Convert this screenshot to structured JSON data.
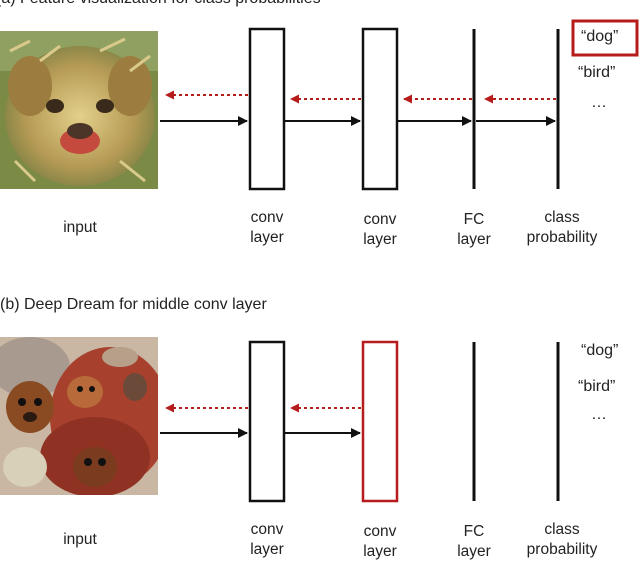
{
  "colors": {
    "highlight": "#b71c1c",
    "stroke": "#111111",
    "backward_arrow": "#b71c1c"
  },
  "panel_a": {
    "title": "(a) Feature visualization for class probabilities",
    "input_label": "input",
    "layers": [
      {
        "line1": "conv",
        "line2": "layer"
      },
      {
        "line1": "conv",
        "line2": "layer"
      },
      {
        "line1": "FC",
        "line2": "layer"
      },
      {
        "line1": "class",
        "line2": "probability"
      }
    ],
    "classes": [
      "“dog”",
      "“bird”",
      "…"
    ],
    "highlighted": "class dog",
    "image_icon": "dog-visualization-image"
  },
  "panel_b": {
    "title": "(b) Deep Dream for middle conv layer",
    "input_label": "input",
    "layers": [
      {
        "line1": "conv",
        "line2": "layer"
      },
      {
        "line1": "conv",
        "line2": "layer"
      },
      {
        "line1": "FC",
        "line2": "layer"
      },
      {
        "line1": "class",
        "line2": "probability"
      }
    ],
    "classes": [
      "“dog”",
      "“bird”",
      "…"
    ],
    "highlighted": "middle conv layer",
    "image_icon": "deep-dream-image"
  }
}
